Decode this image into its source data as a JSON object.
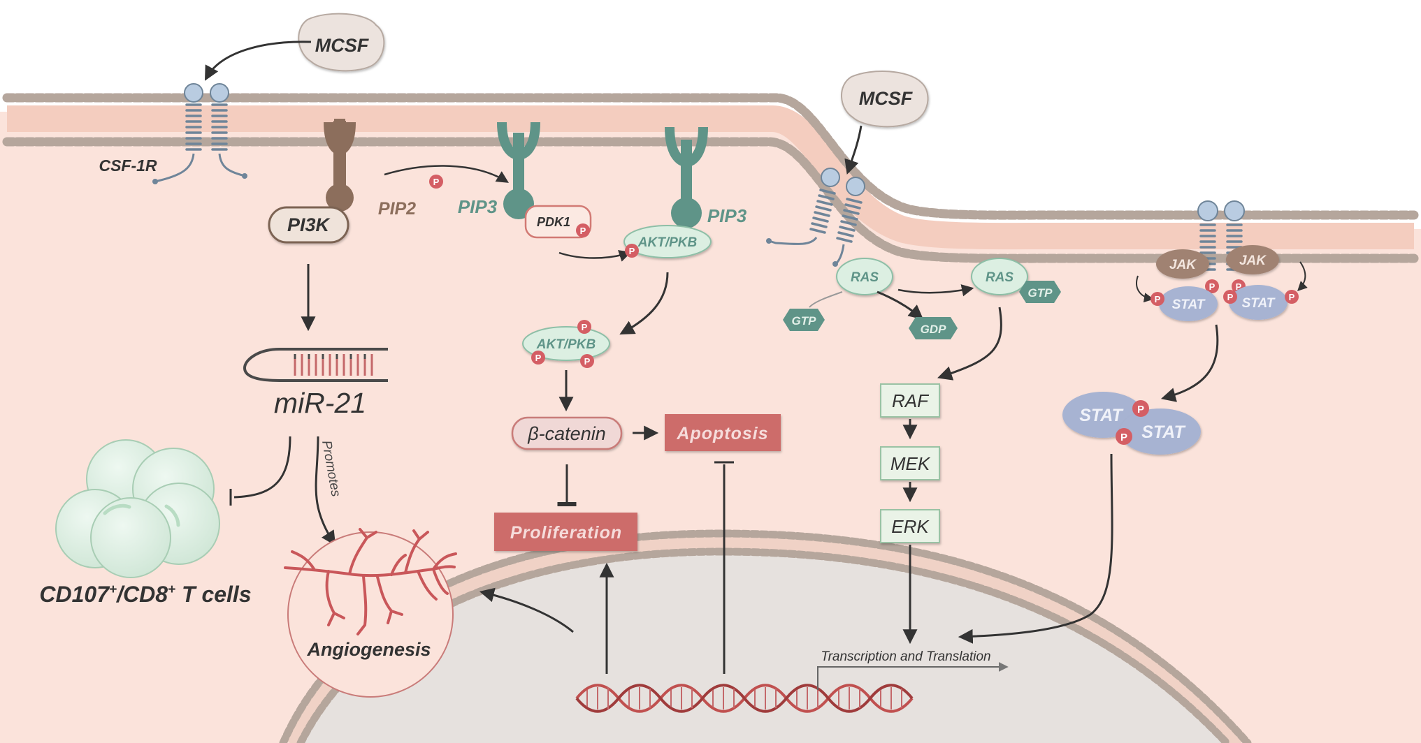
{
  "labels": {
    "mcsf_left": "MCSF",
    "mcsf_right": "MCSF",
    "csf1r": "CSF-1R",
    "pi3k": "PI3K",
    "pip2": "PIP2",
    "pip3_left": "PIP3",
    "pip3_right": "PIP3",
    "pdk1": "PDK1",
    "akt_membrane": "AKT/PKB",
    "akt_cyto": "AKT/PKB",
    "phospho": "P",
    "mir21": "miR-21",
    "promotes": "Promotes",
    "t_cells_main": "CD107",
    "t_cells_sup1": "+",
    "t_cells_mid": "/CD8",
    "t_cells_sup2": "+",
    "t_cells_end": " T cells",
    "angiogenesis": "Angiogenesis",
    "beta_catenin": "β-catenin",
    "apoptosis": "Apoptosis",
    "proliferation": "Proliferation",
    "ras_1": "RAS",
    "ras_2": "RAS",
    "gtp_1": "GTP",
    "gtp_2": "GTP",
    "gdp": "GDP",
    "raf": "RAF",
    "mek": "MEK",
    "erk": "ERK",
    "jak_1": "JAK",
    "jak_2": "JAK",
    "stat_1": "STAT",
    "stat_2": "STAT",
    "stat_dimer_1": "STAT",
    "stat_dimer_2": "STAT",
    "transcription": "Transcription and Translation"
  },
  "colors": {
    "cytoplasm": "#fbe3db",
    "nucleus": "#e6e1de",
    "lipid_head": "#b9aaa0",
    "pi3k_brown": "#9a7a68",
    "teal": "#5f9488",
    "pale_green": "#dcefe2",
    "stat_blue": "#a7b3d2",
    "phospho_red": "#d45e64",
    "apoptosis_red": "#cd6c6b",
    "arrow": "#333333"
  }
}
